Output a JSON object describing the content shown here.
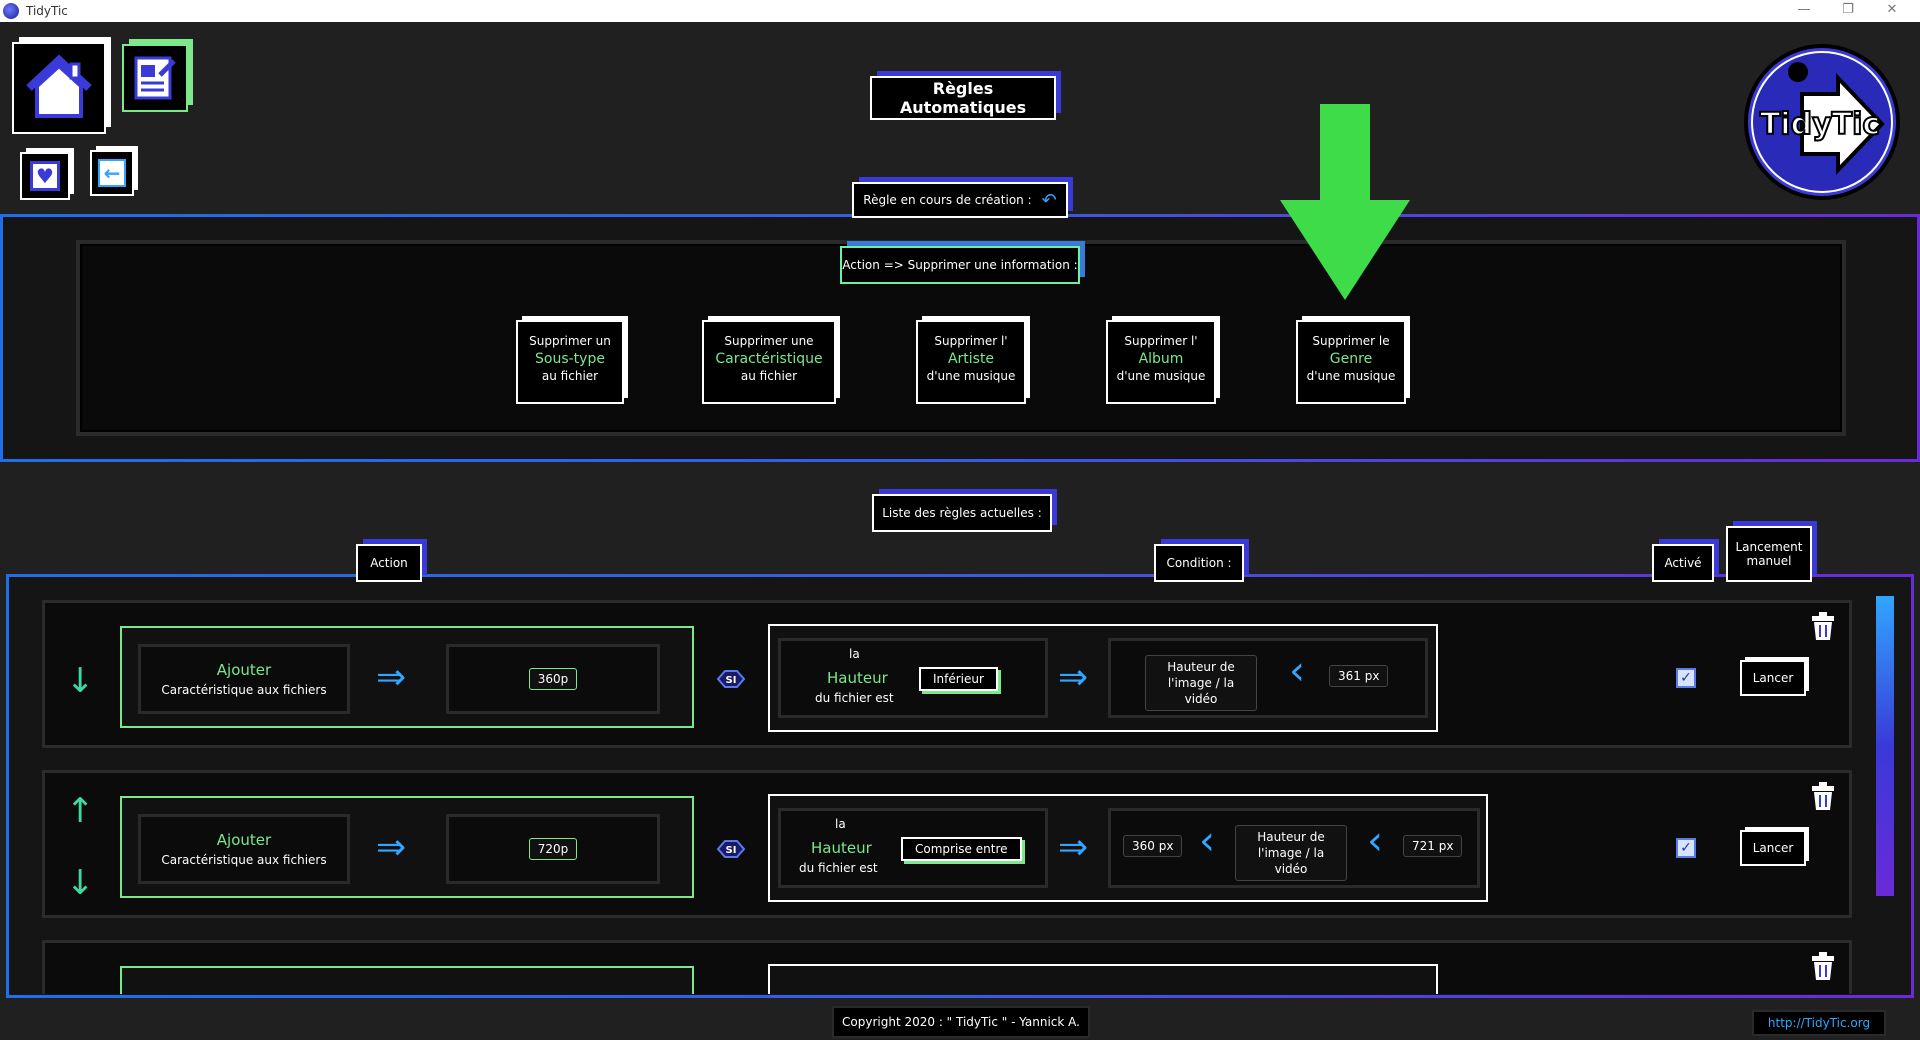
{
  "window": {
    "title": "TidyTic",
    "minimize": "—",
    "maximize": "❐",
    "close": "✕"
  },
  "nav": {
    "home_icon": "home-icon",
    "rules_icon": "rules-edit-icon",
    "favorite_icon": "heart-icon",
    "back_icon": "back-arrow-icon"
  },
  "logo": {
    "text": "TidyTic"
  },
  "page_title": "Règles Automatiques",
  "creation": {
    "label": "Règle en cours de création :",
    "undo_icon": "undo-icon",
    "action_label": "Action => Supprimer une information :",
    "options": [
      {
        "line1": "Supprimer un",
        "highlight": "Sous-type",
        "line3": "au fichier"
      },
      {
        "line1": "Supprimer une",
        "highlight": "Caractéristique",
        "line3": "au fichier"
      },
      {
        "line1": "Supprimer l'",
        "highlight": "Artiste",
        "line3": "d'une musique"
      },
      {
        "line1": "Supprimer l'",
        "highlight": "Album",
        "line3": "d'une musique"
      },
      {
        "line1": "Supprimer le",
        "highlight": "Genre",
        "line3": "d'une musique"
      }
    ],
    "pointer_color": "#3fdc4a"
  },
  "list": {
    "title": "Liste des règles actuelles :",
    "headers": {
      "action": "Action",
      "condition": "Condition :",
      "active": "Activé",
      "launch": "Lancement manuel"
    }
  },
  "rules": [
    {
      "action_verb": "Ajouter",
      "action_target": "Caractéristique aux fichiers",
      "value": "360p",
      "si": "SI",
      "cond_la": "la",
      "cond_attr": "Hauteur",
      "cond_suffix": "du fichier est",
      "mode": "Inférieur",
      "left_val": "",
      "field": "Hauteur de l'image / la vidéo",
      "right_val": "361 px",
      "active": true,
      "launch": "Lancer"
    },
    {
      "action_verb": "Ajouter",
      "action_target": "Caractéristique aux fichiers",
      "value": "720p",
      "si": "SI",
      "cond_la": "la",
      "cond_attr": "Hauteur",
      "cond_suffix": "du fichier est",
      "mode": "Comprise entre",
      "left_val": "360 px",
      "field": "Hauteur de l'image / la vidéo",
      "right_val": "721 px",
      "active": true,
      "launch": "Lancer"
    }
  ],
  "footer": {
    "copyright": "Copyright 2020 : \" TidyTic \" - Yannick A.",
    "link": "http://TidyTic.org"
  }
}
